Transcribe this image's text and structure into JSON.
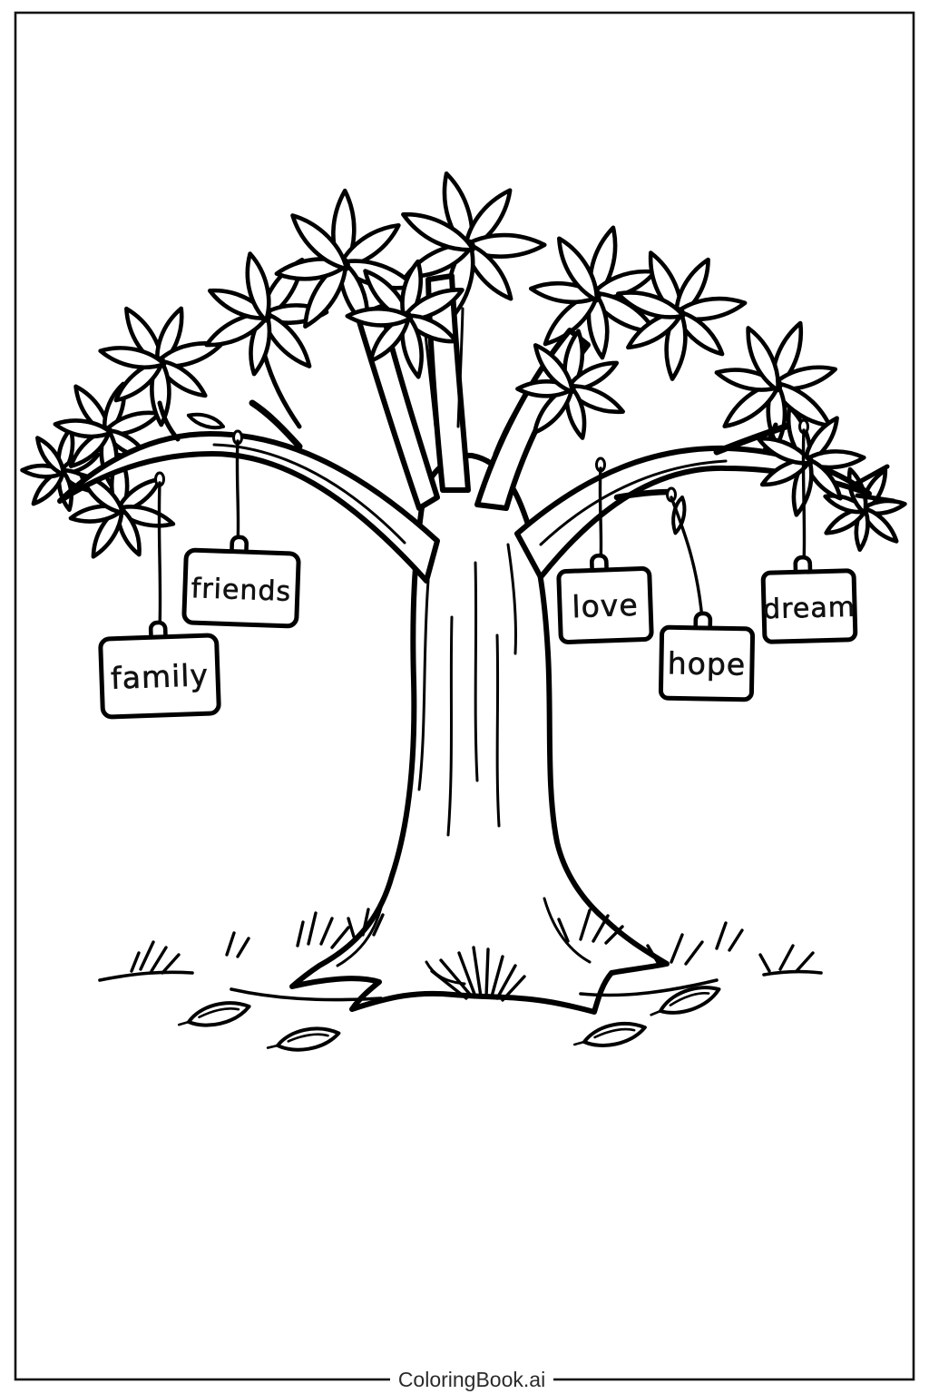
{
  "page": {
    "background_color": "#ffffff",
    "line_color": "#000000",
    "border_color": "#141414"
  },
  "tags": [
    {
      "id": "family",
      "label": "family"
    },
    {
      "id": "friends",
      "label": "friends"
    },
    {
      "id": "love",
      "label": "love"
    },
    {
      "id": "hope",
      "label": "hope"
    },
    {
      "id": "dream",
      "label": "dream"
    }
  ],
  "footer": {
    "brand": "ColoringBook.ai"
  }
}
